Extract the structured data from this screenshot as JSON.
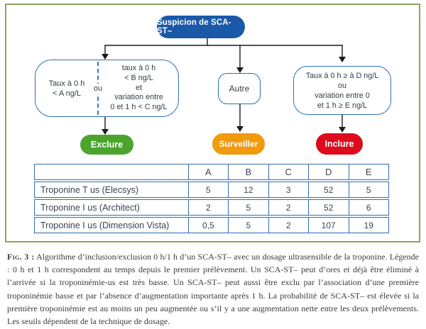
{
  "figure": {
    "header": "Suspicion de SCA-ST–",
    "left_box": {
      "left_lines": [
        "Taux à 0 h",
        "< A ng/L"
      ],
      "connector": "ou",
      "right_lines": [
        "taux à 0 h",
        "< B ng/L",
        "et",
        "variation entre",
        "0 et 1 h < C ng/L"
      ]
    },
    "middle_box": {
      "label": "Autre"
    },
    "right_box": {
      "lines": [
        "Taux à 0 h ≥ à D ng/L",
        "ou",
        "variation entre 0",
        "et 1 h ≥ E ng/L"
      ]
    },
    "outcomes": {
      "exclude": "Exclure",
      "monitor": "Surveiller",
      "include": "Inclure"
    }
  },
  "table": {
    "columns": [
      "A",
      "B",
      "C",
      "D",
      "E"
    ],
    "rows": [
      {
        "label": "Troponine T us (Elecsys)",
        "values": [
          "5",
          "12",
          "3",
          "52",
          "5"
        ]
      },
      {
        "label": "Troponine I us (Architect)",
        "values": [
          "2",
          "5",
          "2",
          "52",
          "6"
        ]
      },
      {
        "label": "Troponine I us (Dimension Vista)",
        "values": [
          "0,5",
          "5",
          "2",
          "107",
          "19"
        ]
      }
    ]
  },
  "caption": {
    "label": "Fig. 3 :",
    "text": "Algorithme d’inclusion/exclusion 0 h/1 h d’un SCA-ST– avec un dosage ultrasensible de la troponine. Légende : 0 h et 1 h correspondent au temps depuis le premier prélèvement. Un SCA-ST– peut d’ores et déjà être éliminé à l’arrivée si la troponinémie-us est très basse. Un SCA-ST– peut aussi être exclu par l’association d’une première troponinémie basse et par l’absence d’augmentation importante après 1 h. La probabilité de SCA-ST– est élevée si la première troponinémie est au moins un peu augmentée ou s’il y a une augmentation nette entre les deux prélèvements. Les seuils dépendent de la technique de dosage."
  },
  "colors": {
    "frame_border": "#8CA45C",
    "header_blue": "#1A58A8",
    "node_border_blue": "#2F6FB2",
    "exclude_green": "#4BA52C",
    "monitor_orange": "#F09A0C",
    "include_red": "#DE0B1D",
    "table_border_blue": "#2E6EB0",
    "arrow_black": "#1A1A1A"
  }
}
